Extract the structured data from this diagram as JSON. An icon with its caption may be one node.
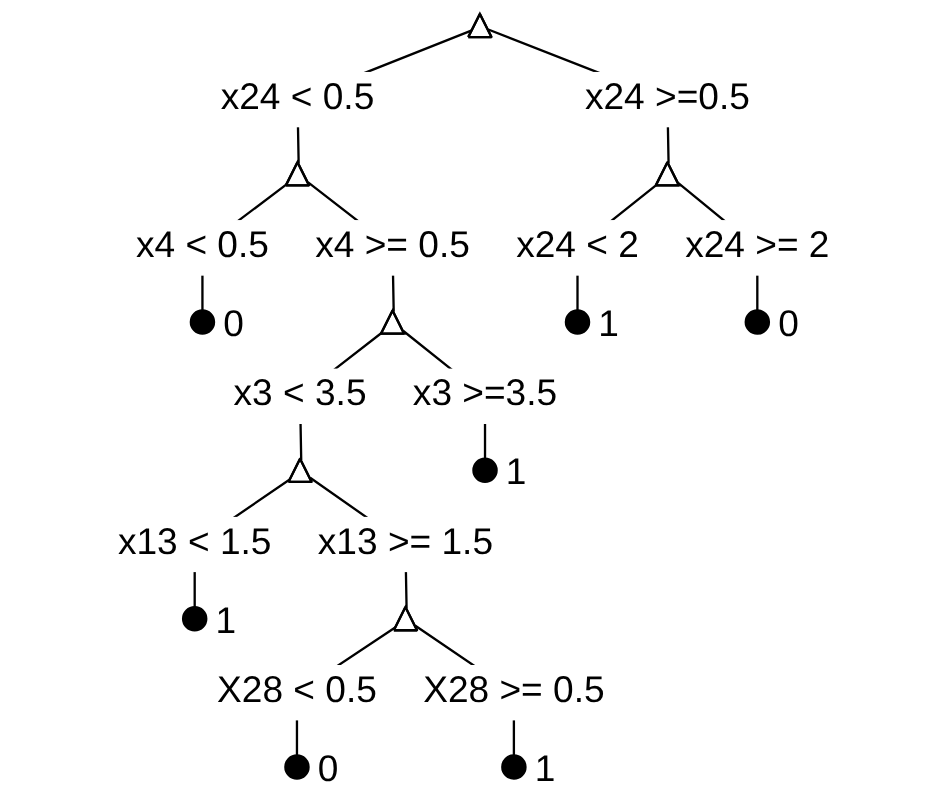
{
  "diagram": {
    "nodes": [
      {
        "text": [],
        "shape": "triangle"
      },
      {
        "text": [],
        "shape": "triangle"
      },
      {
        "text": [],
        "shape": "triangle"
      },
      {
        "text": [],
        "shape": "circle",
        "beside": [
          "0"
        ]
      },
      {
        "text": [],
        "shape": "triangle"
      },
      {
        "text": [],
        "shape": "circle",
        "beside": [
          "1"
        ]
      },
      {
        "text": [],
        "shape": "circle",
        "beside": [
          "0"
        ]
      },
      {
        "text": [],
        "shape": "triangle"
      },
      {
        "text": [],
        "shape": "circle",
        "beside": [
          "1"
        ]
      },
      {
        "text": [],
        "shape": "circle",
        "beside": [
          "1"
        ]
      },
      {
        "text": [],
        "shape": "triangle"
      },
      {
        "text": [],
        "shape": "circle",
        "beside": [
          "0"
        ]
      },
      {
        "text": [],
        "shape": "circle",
        "beside": [
          "1"
        ]
      }
    ],
    "edges": [
      {
        "from": 0,
        "to": 1,
        "arrow": "none",
        "label": "x24 < 0.5"
      },
      {
        "from": 0,
        "to": 2,
        "arrow": "none",
        "label": "x24 >=0.5"
      },
      {
        "from": 1,
        "to": 3,
        "arrow": "none",
        "label": "x4 < 0.5"
      },
      {
        "from": 1,
        "to": 4,
        "arrow": "none",
        "label": "x4 >= 0.5"
      },
      {
        "from": 2,
        "to": 5,
        "arrow": "none",
        "label": "x24 < 2"
      },
      {
        "from": 2,
        "to": 6,
        "arrow": "none",
        "label": "x24 >= 2"
      },
      {
        "from": 4,
        "to": 7,
        "arrow": "none",
        "label": "x3 < 3.5"
      },
      {
        "from": 4,
        "to": 8,
        "arrow": "none",
        "label": "x3 >=3.5"
      },
      {
        "from": 7,
        "to": 9,
        "arrow": "none",
        "label": "x13 < 1.5"
      },
      {
        "from": 7,
        "to": 10,
        "arrow": "none",
        "label": "x13 >= 1.5"
      },
      {
        "from": 10,
        "to": 11,
        "arrow": "none",
        "label": "X28 < 0.5"
      },
      {
        "from": 10,
        "to": 12,
        "arrow": "none",
        "label": "X28 >= 0.5"
      }
    ]
  }
}
